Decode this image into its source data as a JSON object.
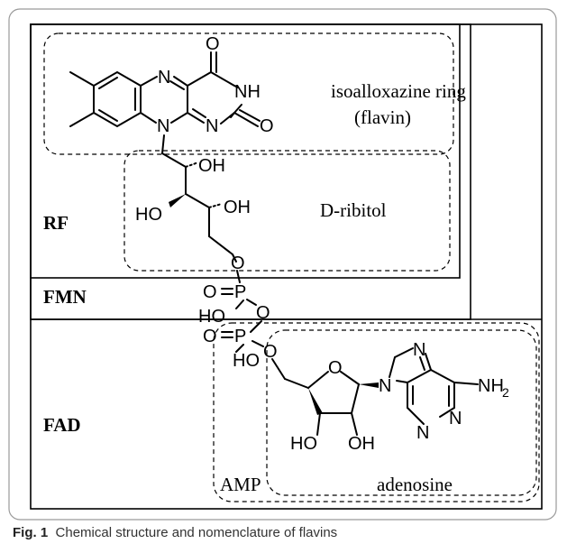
{
  "labels": {
    "RF": "RF",
    "FMN": "FMN",
    "FAD": "FAD",
    "ring_line1": "isoalloxazine ring",
    "ring_line2": "(flavin)",
    "ribitol": "D-ribitol",
    "amp": "AMP",
    "adenosine": "adenosine"
  },
  "atoms": {
    "N": "N",
    "O": "O",
    "NH": "NH",
    "OH": "OH",
    "HO": "HO",
    "P": "P",
    "NH2": "NH",
    "sub2": "2"
  },
  "caption": {
    "fig": "Fig. 1",
    "text": "Chemical structure and nomenclature of flavins"
  }
}
